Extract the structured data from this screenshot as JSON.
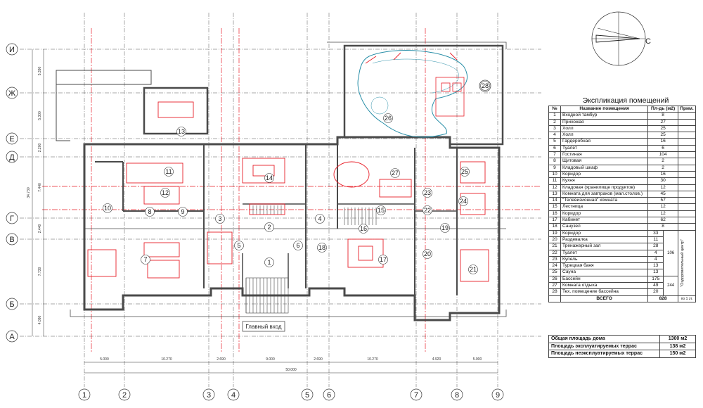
{
  "compass": {
    "letter": "С"
  },
  "axes": {
    "letters": [
      "И",
      "Ж",
      "Е",
      "Д",
      "Г",
      "В",
      "Б",
      "А"
    ],
    "numbers": [
      "1",
      "2",
      "3",
      "4",
      "5",
      "6",
      "7",
      "8",
      "9"
    ]
  },
  "dims": {
    "vertical": [
      "5.390",
      "5.300",
      "2.200",
      "7.440",
      "2.440",
      "7.730",
      "4.090"
    ],
    "vertical_total": "34.730",
    "horizontal": [
      "5.000",
      "10.270",
      "2.690",
      "9.000",
      "2.690",
      "10.270",
      "4.920",
      "5.000"
    ],
    "horizontal_total": "50.000"
  },
  "plan": {
    "entrance_label": "Главный вход",
    "room_numbers": [
      "1",
      "2",
      "3",
      "4",
      "5",
      "6",
      "7",
      "8",
      "9",
      "10",
      "11",
      "12",
      "13",
      "14",
      "15",
      "16",
      "17",
      "18",
      "19",
      "20",
      "21",
      "22",
      "23",
      "24",
      "25",
      "26",
      "27",
      "28"
    ]
  },
  "explication": {
    "title": "Экспликация помещений",
    "headers": {
      "num": "№",
      "name": "Название помещения",
      "area": "Пл-дь (м2)",
      "note": "Прим."
    },
    "rows": [
      {
        "n": "1",
        "name": "Входной тамбур",
        "area": "8"
      },
      {
        "n": "2",
        "name": "Прихожая",
        "area": "27"
      },
      {
        "n": "3",
        "name": "Холл",
        "area": "25"
      },
      {
        "n": "4",
        "name": "Холл",
        "area": "25"
      },
      {
        "n": "5",
        "name": "Гардеробная",
        "area": "16"
      },
      {
        "n": "6",
        "name": "Туалет",
        "area": "6"
      },
      {
        "n": "7",
        "name": "Гостиная",
        "area": "104"
      },
      {
        "n": "8",
        "name": "Щитовая",
        "area": "2"
      },
      {
        "n": "9",
        "name": "Кладовый шкаф",
        "area": "2"
      },
      {
        "n": "10",
        "name": "Коридор",
        "area": "16"
      },
      {
        "n": "11",
        "name": "Кухня",
        "area": "30"
      },
      {
        "n": "12",
        "name": "Кладовая (хранилище продуктов)",
        "area": "12"
      },
      {
        "n": "13",
        "name": "Комната для завтраков (мал.столов.)",
        "area": "45"
      },
      {
        "n": "14",
        "name": "\"Телевизионная\" комната",
        "area": "57"
      },
      {
        "n": "15",
        "name": "Лестница",
        "area": "12"
      },
      {
        "n": "16",
        "name": "Коридор",
        "area": "12"
      },
      {
        "n": "17",
        "name": "Кабинет",
        "area": "62"
      },
      {
        "n": "18",
        "name": "Санузел",
        "area": "8"
      },
      {
        "n": "19",
        "name": "Коридор",
        "area": "33"
      },
      {
        "n": "20",
        "name": "Раздевалка",
        "area": "11"
      },
      {
        "n": "21",
        "name": "Тренажерный зал",
        "area": "28"
      },
      {
        "n": "22",
        "name": "Туалет",
        "area": "4"
      },
      {
        "n": "23",
        "name": "Купель",
        "area": "4"
      },
      {
        "n": "24",
        "name": "Турецкая баня",
        "area": "13"
      },
      {
        "n": "25",
        "name": "Сауна",
        "area": "13"
      },
      {
        "n": "26",
        "name": "Бассейн",
        "area": "175"
      },
      {
        "n": "27",
        "name": "Комната отдыха",
        "area": "49"
      },
      {
        "n": "28",
        "name": "Тех. помещение бассейна",
        "area": "20"
      }
    ],
    "group_health": {
      "sum1": "106",
      "sum2": "244",
      "label": "\"Оздоровительный центр\""
    },
    "total": {
      "label": "ВСЕГО",
      "area": "828",
      "note": "по 1 эт."
    }
  },
  "areas": [
    {
      "label": "Общая площадь дома",
      "value": "1300 м2"
    },
    {
      "label": "Площадь эксплуатируемых террас",
      "value": "138 м2"
    },
    {
      "label": "Площадь неэксплуатируемых террас",
      "value": "150 м2"
    }
  ],
  "colors": {
    "wall": "#4a4a4a",
    "furniture": "#e8202a",
    "pool": "#2a8fa8",
    "grid": "#333333"
  }
}
